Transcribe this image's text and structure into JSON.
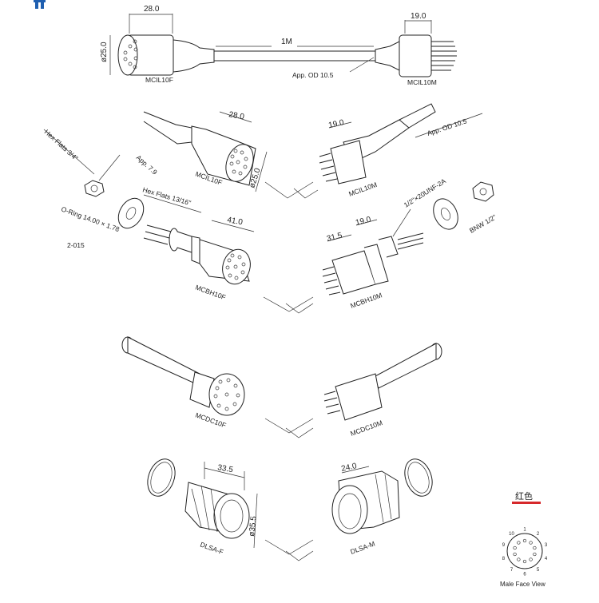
{
  "colors": {
    "red_line": "#d6282b",
    "logo_blue": "#1f5fb0",
    "ink": "#222222"
  },
  "logo": {
    "icon": "connector-logo-icon"
  },
  "top": {
    "female_len": "28.0",
    "female_dia": "ø25.0",
    "female_label": "MCIL10F",
    "cable_len": "1M",
    "app_od": "App. OD 10.5",
    "male_len": "19.0",
    "male_label": "MCIL10M"
  },
  "row2": {
    "left_len": "28.0",
    "left_dia": "ø25.0",
    "left_label": "MCIL10F",
    "right_len": "19.0",
    "right_od": "App. OD 10.5",
    "right_label": "MCIL10M"
  },
  "row3": {
    "hex_left": "Hex Flats 3/4\"",
    "app79": "App. 7.9",
    "hex_body": "Hex Flats 13/16\"",
    "len41": "41.0",
    "oring": "O-Ring 14.00 × 1.78",
    "oring_code": "2-015",
    "label_left": "MCBH10F",
    "len315": "31.5",
    "len19": "19.0",
    "thread": "1/2\"×20UNF-2A",
    "bnw": "BNW 1/2\"",
    "label_right": "MCBH10M"
  },
  "row4": {
    "label_left": "MCDC10F",
    "label_right": "MCDC10M"
  },
  "row5": {
    "left_len": "33.5",
    "left_dia": "ø35.5",
    "left_label": "DLSA-F",
    "right_len": "24.0",
    "right_label": "DLSA-M"
  },
  "legend": {
    "chinese_label": "红色",
    "face_title": "Male Face View",
    "pins": [
      "1",
      "2",
      "3",
      "4",
      "5",
      "6",
      "7",
      "8",
      "9",
      "10"
    ]
  }
}
